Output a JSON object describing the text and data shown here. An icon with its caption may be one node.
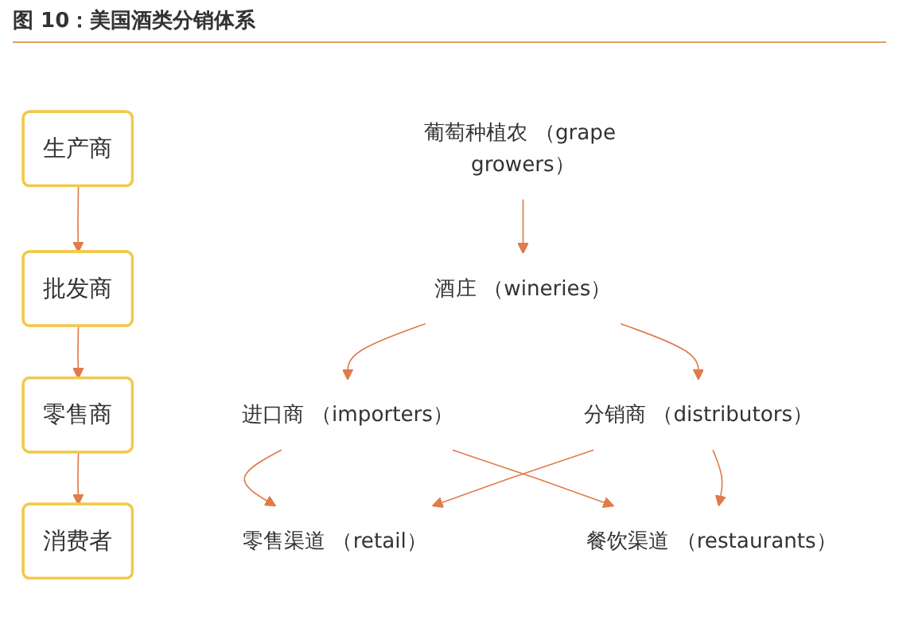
{
  "diagram": {
    "title": "图 10：美国酒类分销体系",
    "nodes": [
      {
        "text": [
          "生产商"
        ]
      },
      {
        "text": [
          "批发商"
        ]
      },
      {
        "text": [
          "零售商"
        ]
      },
      {
        "text": [
          "消费者"
        ]
      },
      {
        "text": [
          "葡萄种植农 （grape growers）"
        ]
      },
      {
        "text": [
          "酒庄 （wineries）"
        ]
      },
      {
        "text": [
          "进口商 （importers）"
        ]
      },
      {
        "text": [
          "分销商 （distributors）"
        ]
      },
      {
        "text": [
          "零售渠道 （retail）"
        ]
      },
      {
        "text": [
          "餐饮渠道 （restaurants）"
        ]
      }
    ],
    "edges": [
      {
        "from": 0,
        "to": 1,
        "arrow": "to"
      },
      {
        "from": 1,
        "to": 2,
        "arrow": "to"
      },
      {
        "from": 2,
        "to": 3,
        "arrow": "to"
      },
      {
        "from": 4,
        "to": 5,
        "arrow": "to"
      },
      {
        "from": 5,
        "to": 6,
        "arrow": "to"
      },
      {
        "from": 5,
        "to": 7,
        "arrow": "to"
      },
      {
        "from": 6,
        "to": 8,
        "arrow": "to"
      },
      {
        "from": 6,
        "to": 9,
        "arrow": "to"
      },
      {
        "from": 7,
        "to": 8,
        "arrow": "to"
      },
      {
        "from": 7,
        "to": 9,
        "arrow": "to"
      }
    ]
  }
}
